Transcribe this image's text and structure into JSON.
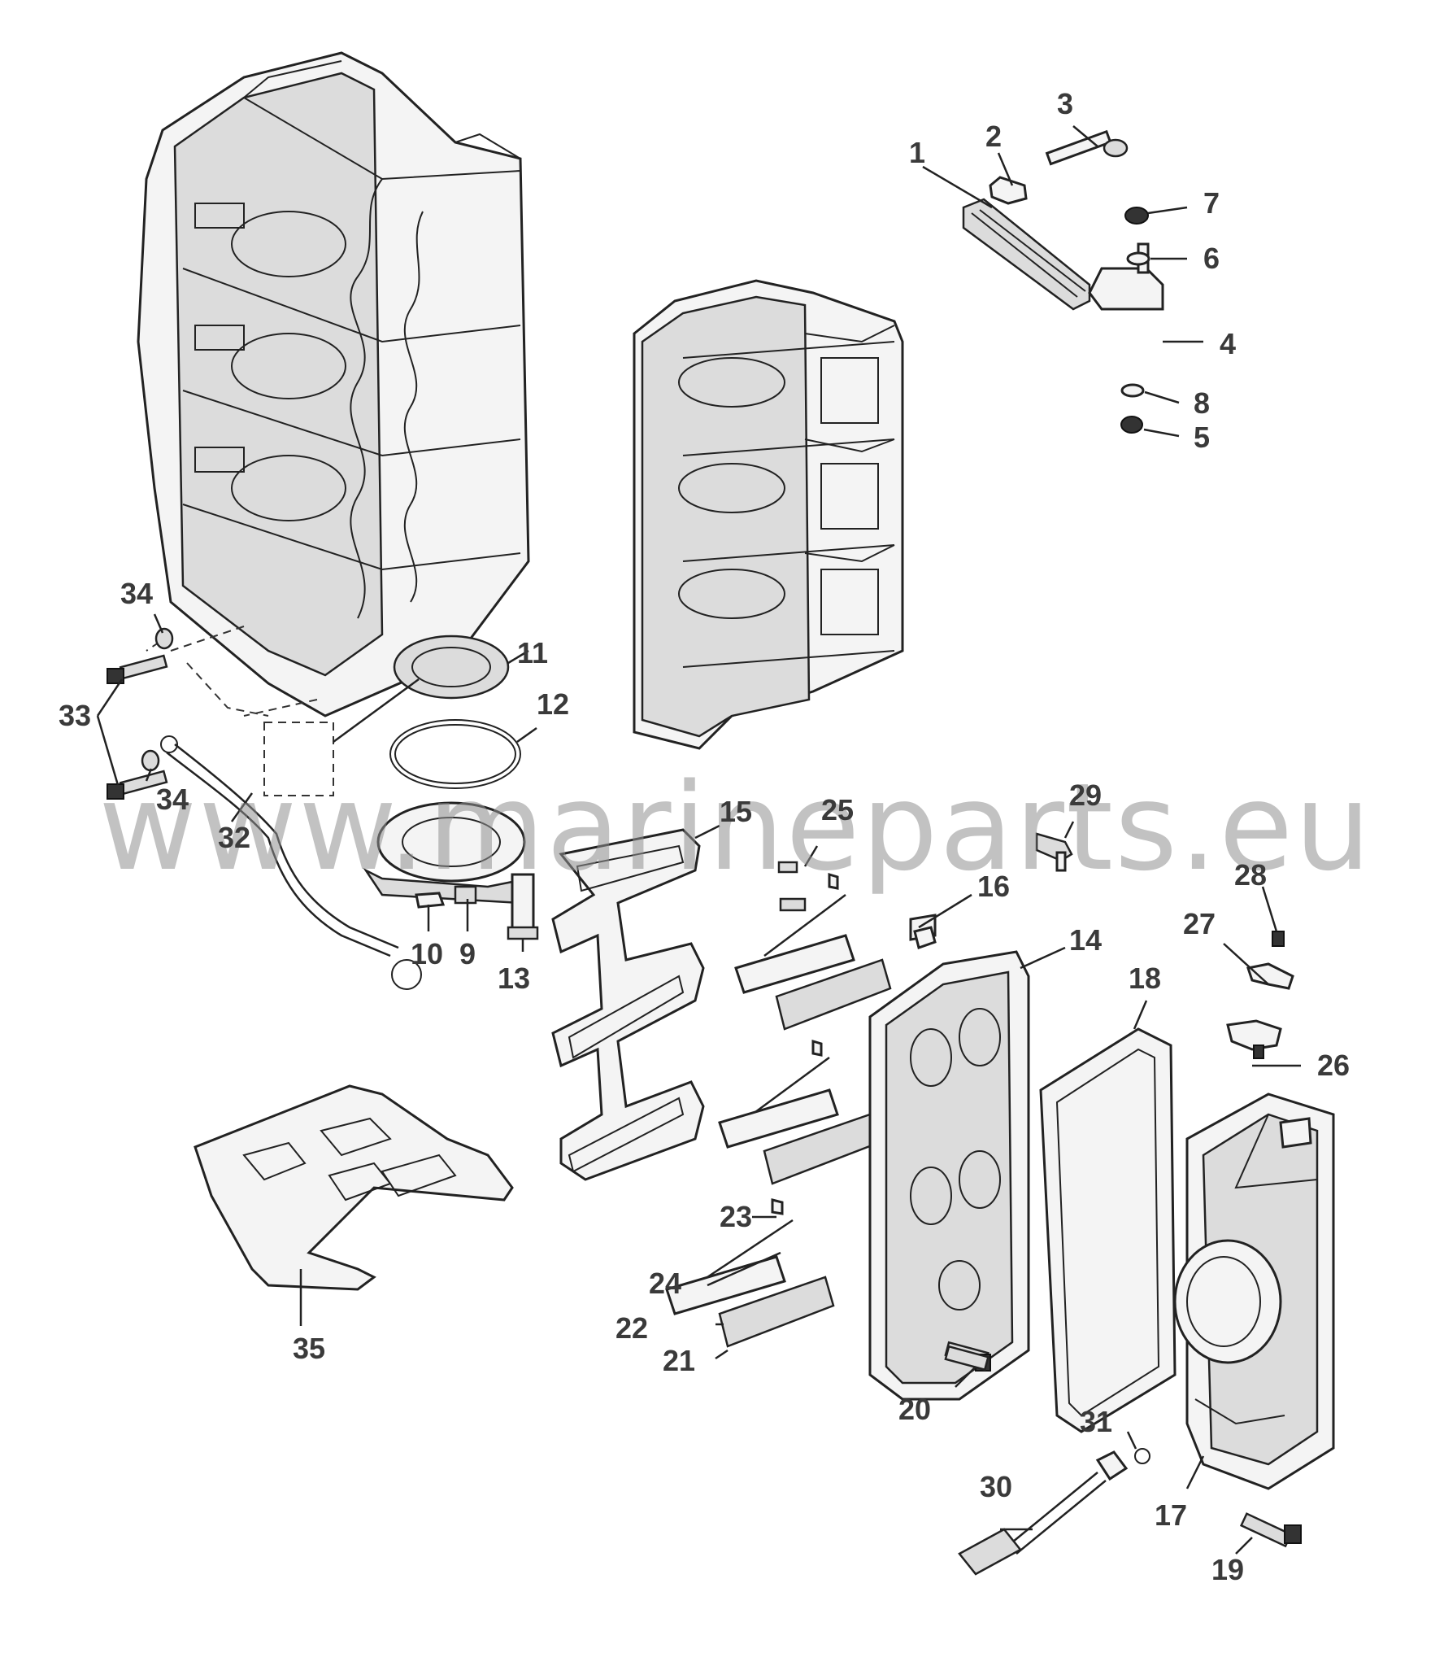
{
  "watermark": "www.marineparts.eu",
  "callouts": [
    {
      "id": "1",
      "label": "1"
    },
    {
      "id": "2",
      "label": "2"
    },
    {
      "id": "3",
      "label": "3"
    },
    {
      "id": "4",
      "label": "4"
    },
    {
      "id": "5",
      "label": "5"
    },
    {
      "id": "6",
      "label": "6"
    },
    {
      "id": "7",
      "label": "7"
    },
    {
      "id": "8",
      "label": "8"
    },
    {
      "id": "9",
      "label": "9"
    },
    {
      "id": "10",
      "label": "10"
    },
    {
      "id": "11",
      "label": "11"
    },
    {
      "id": "12",
      "label": "12"
    },
    {
      "id": "13",
      "label": "13"
    },
    {
      "id": "14",
      "label": "14"
    },
    {
      "id": "15",
      "label": "15"
    },
    {
      "id": "16",
      "label": "16"
    },
    {
      "id": "17",
      "label": "17"
    },
    {
      "id": "18",
      "label": "18"
    },
    {
      "id": "19",
      "label": "19"
    },
    {
      "id": "20",
      "label": "20"
    },
    {
      "id": "21",
      "label": "21"
    },
    {
      "id": "22",
      "label": "22"
    },
    {
      "id": "23",
      "label": "23"
    },
    {
      "id": "24",
      "label": "24"
    },
    {
      "id": "25",
      "label": "25"
    },
    {
      "id": "26",
      "label": "26"
    },
    {
      "id": "27",
      "label": "27"
    },
    {
      "id": "28",
      "label": "28"
    },
    {
      "id": "29",
      "label": "29"
    },
    {
      "id": "30",
      "label": "30"
    },
    {
      "id": "31",
      "label": "31"
    },
    {
      "id": "32",
      "label": "32"
    },
    {
      "id": "33",
      "label": "33"
    },
    {
      "id": "34a",
      "label": "34"
    },
    {
      "id": "34b",
      "label": "34"
    },
    {
      "id": "35",
      "label": "35"
    }
  ]
}
